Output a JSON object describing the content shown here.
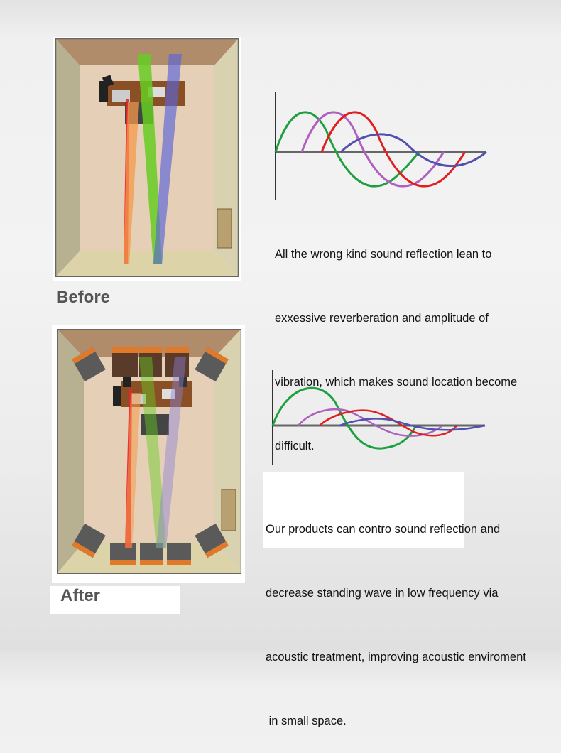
{
  "before": {
    "label": "Before",
    "description_lines": [
      "All the wrong kind sound reflection lean to",
      "exxessive reverberation and amplitude of",
      "vibration, which makes sound location become",
      "difficult."
    ]
  },
  "after": {
    "label": "After",
    "description_lines": [
      "Our products can contro sound reflection and",
      "decrease standing wave in low frequency via",
      "acoustic treatment, improving acoustic enviroment",
      " in small space."
    ]
  },
  "colors": {
    "wall_top": "#b08c6a",
    "wall_side": "#b7b192",
    "wall_right": "#d8d2b0",
    "wall_bottom": "#ddd3a8",
    "floor": "#e6cfb7",
    "panel_orange": "#e07a2a",
    "panel_gray": "#5a5a5a",
    "ray_red": "#e8232a",
    "ray_orange": "#f49a4a",
    "ray_green": "#66cc22",
    "ray_blue": "#5a64d8",
    "wave_green": "#1fa040",
    "wave_purple": "#b060c0",
    "wave_red": "#e02020",
    "wave_blue": "#5050b0",
    "axis": "#666666"
  }
}
